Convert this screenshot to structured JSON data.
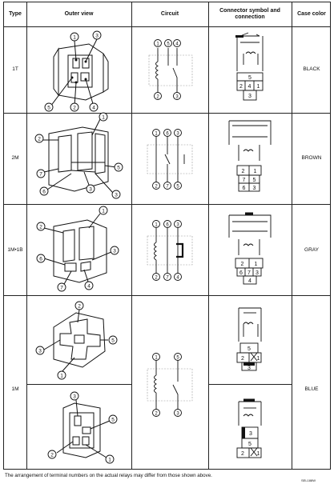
{
  "headers": {
    "type": "Type",
    "outer_view": "Outer view",
    "circuit": "Circuit",
    "connector": "Connector symbol and connection",
    "case_color": "Case color"
  },
  "rows": [
    {
      "type": "1T",
      "case_color": "BLACK"
    },
    {
      "type": "2M",
      "case_color": "BROWN"
    },
    {
      "type": "1M•1B",
      "case_color": "GRAY"
    },
    {
      "type": "1M",
      "case_color": "BLUE"
    }
  ],
  "terminals": {
    "t1": "1",
    "t2": "2",
    "t3": "3",
    "t4": "4",
    "t5": "5",
    "t6": "6",
    "t7": "7"
  },
  "footnote": "The arrangement of terminal numbers on the actual relays may differ from those shown above.",
  "figure_code": "SEL188W"
}
